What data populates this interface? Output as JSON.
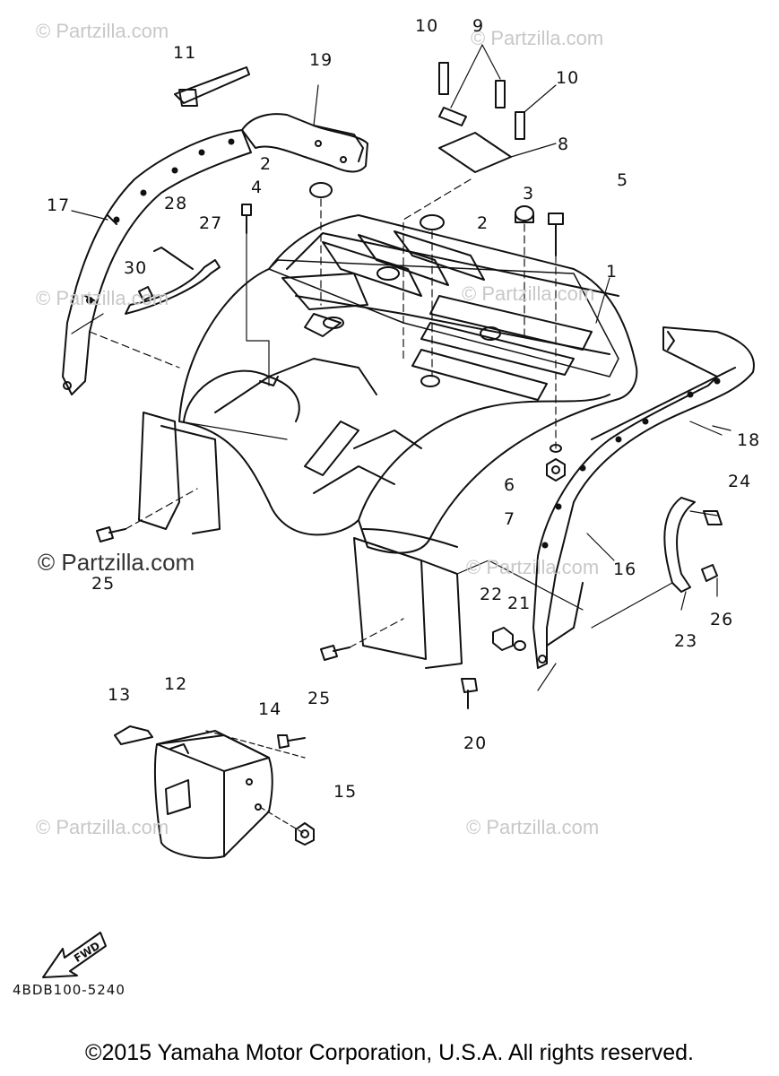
{
  "watermarks": [
    "© Partzilla.com",
    "© Partzilla.com",
    "© Partzilla.com",
    "© Partzilla.com",
    "© Partzilla.com",
    "© Partzilla.com",
    "© Partzilla.com"
  ],
  "watermark_main": "© Partzilla.com",
  "callouts": {
    "c1": "1",
    "c2a": "2",
    "c2b": "2",
    "c3": "3",
    "c4": "4",
    "c5": "5",
    "c6": "6",
    "c7": "7",
    "c8": "8",
    "c9": "9",
    "c10a": "10",
    "c10b": "10",
    "c11": "11",
    "c12": "12",
    "c13": "13",
    "c14": "14",
    "c15": "15",
    "c16": "16",
    "c17": "17",
    "c18": "18",
    "c19": "19",
    "c20": "20",
    "c21": "21",
    "c22": "22",
    "c23": "23",
    "c24": "24",
    "c25a": "25",
    "c25b": "25",
    "c26": "26",
    "c27": "27",
    "c28": "28",
    "c30": "30"
  },
  "fwd_label": "FWD",
  "part_code": "4BDB100-5240",
  "copyright": "©2015 Yamaha Motor Corporation, U.S.A. All rights reserved."
}
